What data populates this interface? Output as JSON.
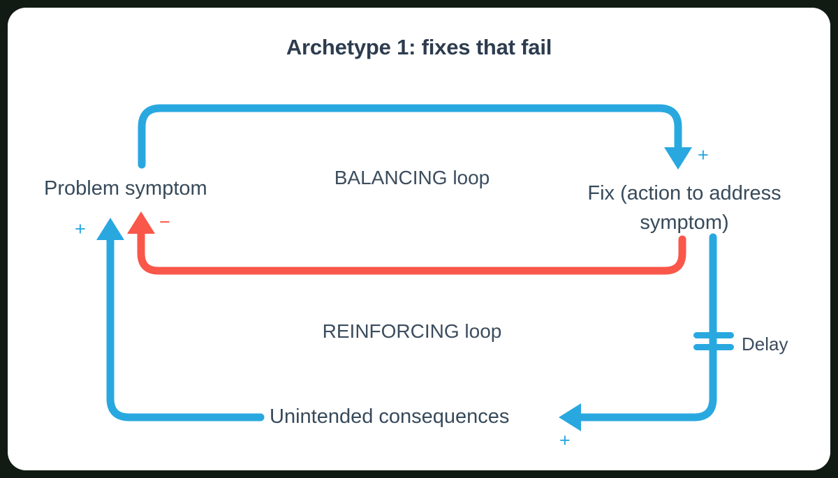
{
  "title": "Archetype 1: fixes that fail",
  "colors": {
    "blue": "#29a8e0",
    "red": "#f9574a",
    "text": "#374a5a",
    "title": "#2d3c4e",
    "card": "#ffffff",
    "frame": "#121a14"
  },
  "nodes": {
    "problem": "Problem symptom",
    "fix": "Fix (action to address symptom)",
    "unintended": "Unintended consequences"
  },
  "loops": {
    "balancing": "BALANCING loop",
    "reinforcing": "REINFORCING loop"
  },
  "markers": {
    "delay": "Delay"
  },
  "signs": {
    "problem_to_fix": "+",
    "fix_to_problem": "−",
    "unintended_to_problem": "+",
    "fix_to_unintended": "+"
  },
  "chart_data": {
    "type": "diagram",
    "subtype": "causal-loop-diagram",
    "title": "Archetype 1: fixes that fail",
    "nodes": [
      {
        "id": "problem",
        "label": "Problem symptom"
      },
      {
        "id": "fix",
        "label": "Fix (action to address symptom)"
      },
      {
        "id": "unintended",
        "label": "Unintended consequences"
      }
    ],
    "loops": [
      {
        "id": "balancing",
        "label": "BALANCING loop",
        "type": "balancing"
      },
      {
        "id": "reinforcing",
        "label": "REINFORCING loop",
        "type": "reinforcing"
      }
    ],
    "edges": [
      {
        "from": "problem",
        "to": "fix",
        "polarity": "+",
        "color": "#29a8e0",
        "loop": "balancing",
        "delay": false
      },
      {
        "from": "fix",
        "to": "problem",
        "polarity": "−",
        "color": "#f9574a",
        "loop": "balancing",
        "delay": false
      },
      {
        "from": "fix",
        "to": "unintended",
        "polarity": "+",
        "color": "#29a8e0",
        "loop": "reinforcing",
        "delay": true,
        "delay_label": "Delay"
      },
      {
        "from": "unintended",
        "to": "problem",
        "polarity": "+",
        "color": "#29a8e0",
        "loop": "reinforcing",
        "delay": false
      }
    ]
  }
}
